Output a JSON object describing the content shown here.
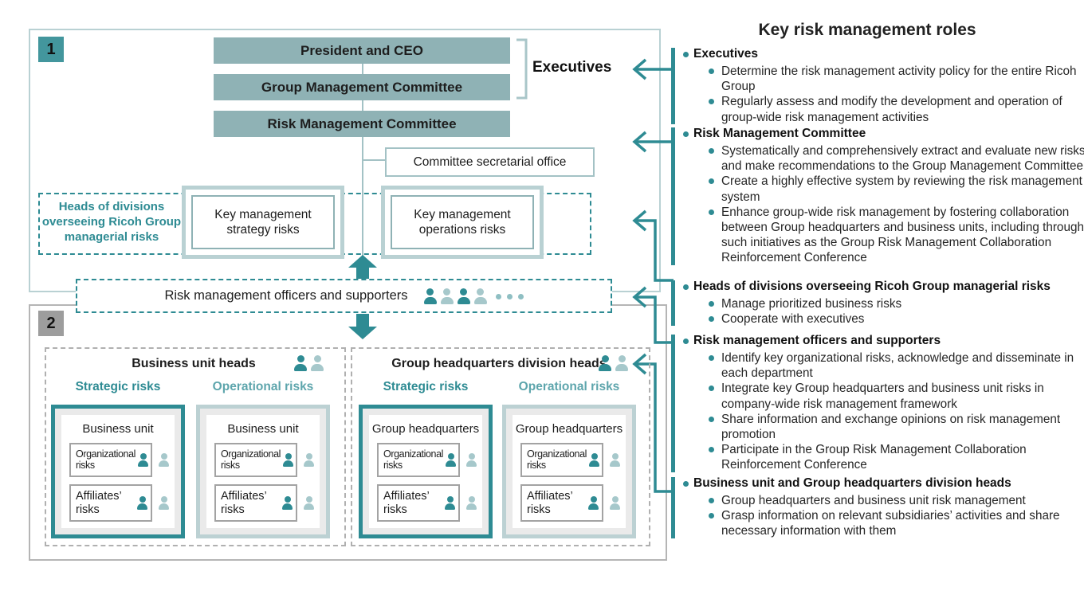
{
  "colors": {
    "accent_teal": "#2e8b93",
    "light_teal_border": "#b9d1d3",
    "bar_fill": "#8fb2b5",
    "gray_border": "#b5b5b5",
    "badge1_bg": "#43969d",
    "badge2_bg": "#9d9d9d"
  },
  "icons": {
    "person_dark": "person-icon",
    "person_light": "person-icon",
    "ellipsis": "ellipsis-dots",
    "left_arrow": "left-arrow-icon",
    "up_arrow": "up-block-arrow-icon",
    "down_arrow": "down-block-arrow-icon"
  },
  "section1": {
    "badge": "1",
    "org_bars": [
      "President and CEO",
      "Group Management Committee",
      "Risk Management Committee"
    ],
    "executives_label": "Executives",
    "secretarial_office": "Committee secretarial office",
    "heads_dashed_label": "Heads of divisions overseeing Ricoh Group managerial risks",
    "key_boxes": [
      "Key management strategy risks",
      "Key management operations risks"
    ]
  },
  "officers_row": {
    "label": "Risk management officers and supporters"
  },
  "section2": {
    "badge": "2",
    "sub_risks": [
      "Organizational risks",
      "Affiliates’ risks"
    ],
    "groups": [
      {
        "heading": "Business unit heads",
        "strategic_label": "Strategic risks",
        "operational_label": "Operational risks",
        "unit_title": "Business unit"
      },
      {
        "heading": "Group headquarters division heads",
        "strategic_label": "Strategic risks",
        "operational_label": "Operational risks",
        "unit_title": "Group headquarters"
      }
    ]
  },
  "roles_panel": {
    "title": "Key risk management roles",
    "sections": [
      {
        "heading": "Executives",
        "items": [
          "Determine the risk management activity policy for the entire Ricoh Group",
          "Regularly assess and modify the development and operation of group-wide risk management activities"
        ]
      },
      {
        "heading": "Risk Management Committee",
        "items": [
          "Systematically and comprehensively extract and evaluate new risks and make recommendations to the Group Management Committee",
          "Create a highly effective system by reviewing the risk management system",
          "Enhance group-wide risk management by fostering collaboration between Group headquarters and business units, including through such initiatives as the Group Risk Management Collaboration Reinforcement Conference"
        ]
      },
      {
        "heading": "Heads of divisions overseeing Ricoh Group managerial risks",
        "items": [
          "Manage prioritized business risks",
          "Cooperate with executives"
        ]
      },
      {
        "heading": "Risk management officers and supporters",
        "items": [
          "Identify key organizational risks, acknowledge and disseminate in each department",
          "Integrate key Group headquarters and business unit risks in company-wide risk management framework",
          "Share information and exchange opinions on risk management promotion",
          "Participate in the Group Risk Management Collaboration Reinforcement Conference"
        ]
      },
      {
        "heading": "Business unit and Group headquarters division heads",
        "items": [
          "Group headquarters and business unit risk management",
          "Grasp information on relevant subsidiaries’ activities and share necessary information with them"
        ]
      }
    ]
  }
}
